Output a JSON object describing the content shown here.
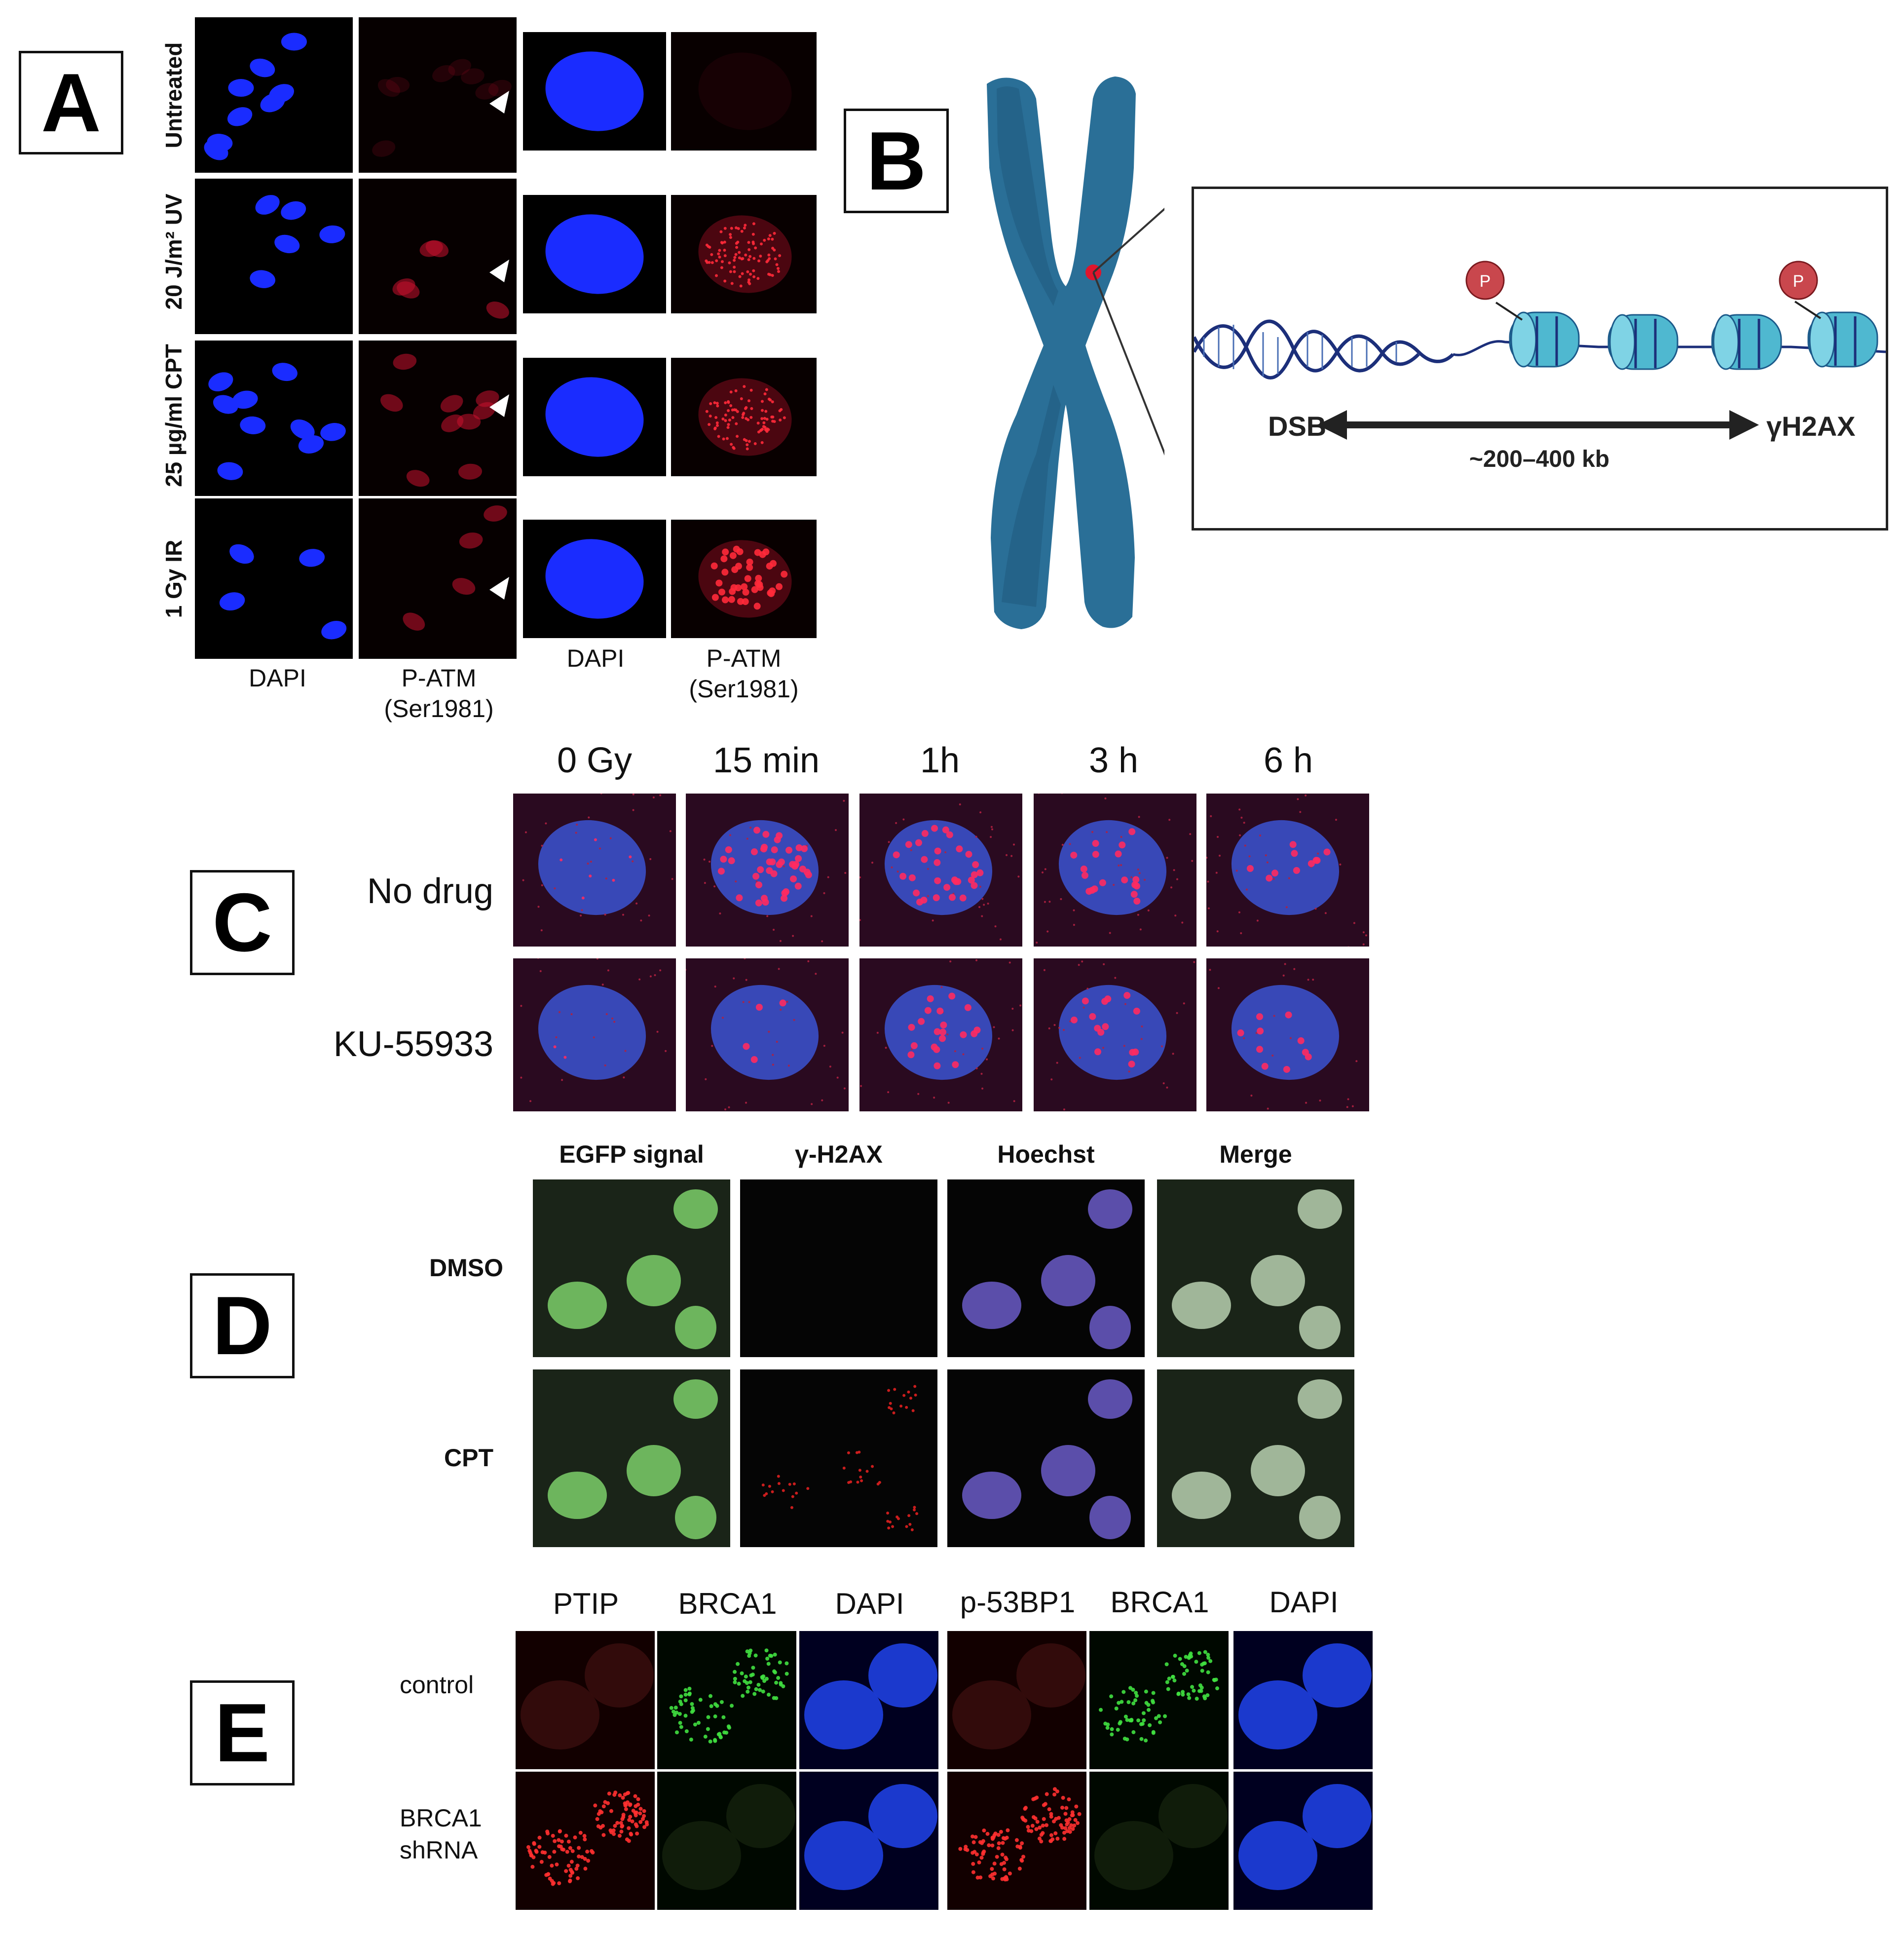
{
  "panels": {
    "A": {
      "letter": "A",
      "row_labels": [
        "Untreated",
        "20 J/m² UV",
        "25 µg/ml CPT",
        "1 Gy IR"
      ],
      "col_labels": [
        "DAPI",
        "P-ATM",
        "(Ser1981)",
        "DAPI",
        "P-ATM",
        "(Ser1981)"
      ]
    },
    "B": {
      "letter": "B",
      "phospho_label": "P",
      "dsb_label": "DSB",
      "h2ax_label": "γH2AX",
      "distance_label": "~200–400 kb"
    },
    "C": {
      "letter": "C",
      "col_labels": [
        "0 Gy",
        "15 min",
        "1h",
        "3 h",
        "6 h"
      ],
      "row_labels": [
        "No drug",
        "KU-55933"
      ]
    },
    "D": {
      "letter": "D",
      "col_labels": [
        "EGFP signal",
        "γ-H2AX",
        "Hoechst",
        "Merge"
      ],
      "row_labels": [
        "DMSO",
        "CPT"
      ]
    },
    "E": {
      "letter": "E",
      "col_labels": [
        "PTIP",
        "BRCA1",
        "DAPI",
        "p-53BP1",
        "BRCA1",
        "DAPI"
      ],
      "row_labels": [
        "control",
        "BRCA1",
        "shRNA"
      ]
    }
  },
  "colors": {
    "chromosome": "#2a6f97",
    "dapi": "#1a2cff",
    "patm": "#c8102e",
    "egfp": "#7ccf6a",
    "nucleosome": "#4fb8d0",
    "dna": "#1c2f7a"
  }
}
